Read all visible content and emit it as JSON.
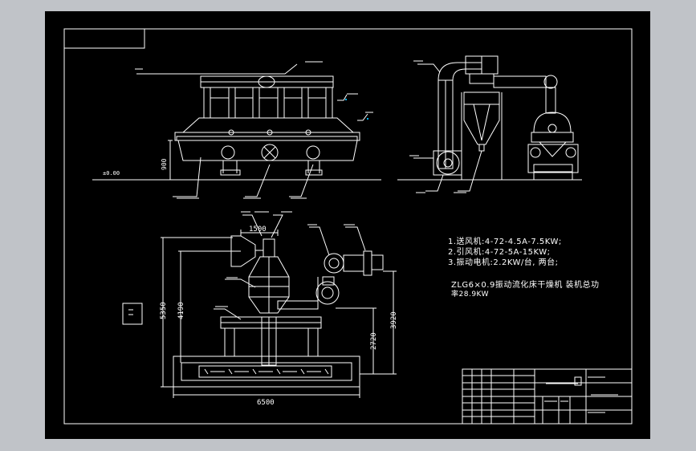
{
  "colors": {
    "background": "#c0c3c8",
    "sheet": "#000000",
    "line": "#ffffff",
    "accent": "#00b4ff"
  },
  "specs": {
    "line1": "1.送风机:4-72-4.5A-7.5KW;",
    "line2": "2.引风机:4-72-5A-15KW;",
    "line3": "3.振动电机:2.2KW/台, 两台;",
    "line4": "ZLG6×0.9振动流化床干燥机  装机总功",
    "line5": "率28.9KW"
  },
  "dimensions": {
    "dim_1500": "1500",
    "dim_6500": "6500",
    "dim_5350": "5350",
    "dim_4190": "4190",
    "dim_3920": "3920",
    "dim_2720": "2720",
    "dim_900": "900",
    "level_0": "±0.00"
  }
}
